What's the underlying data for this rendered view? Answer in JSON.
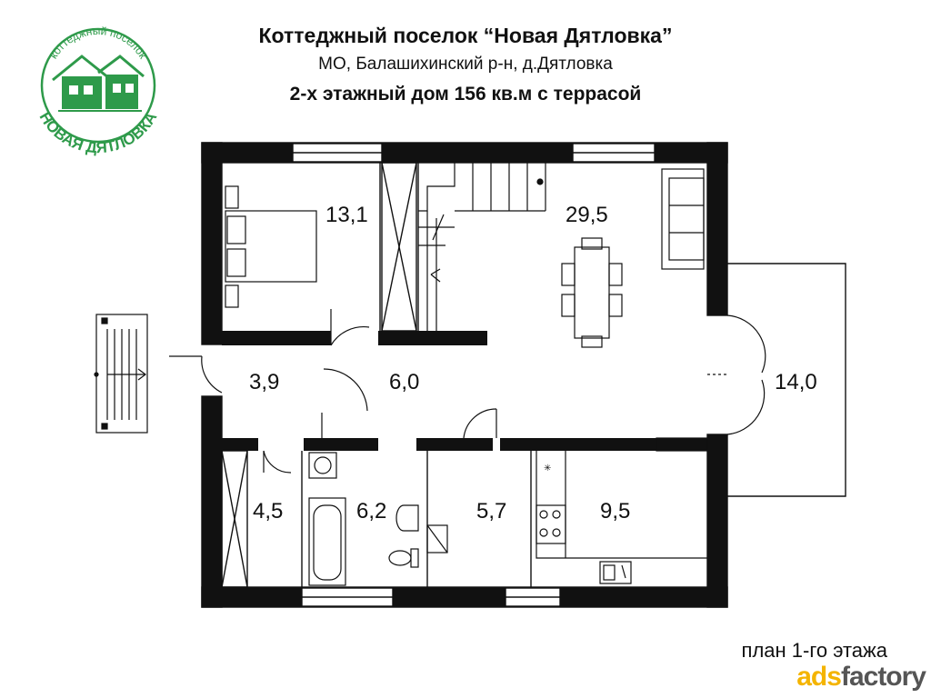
{
  "header": {
    "title": "Коттеджный поселок “Новая Дятловка”",
    "subtitle": "МО, Балашихинский р-н, д.Дятловка",
    "subtitle2": "2-х этажный дом 156 кв.м с террасой"
  },
  "logo": {
    "top_text": "коттеджный поселок",
    "bottom_text": "НОВАЯ ДЯТЛОВКА",
    "color": "#2e9a4a"
  },
  "plan": {
    "caption": "план 1-го этажа",
    "rooms": [
      {
        "name": "room-area-13-1",
        "area": "13,1"
      },
      {
        "name": "room-area-29-5",
        "area": "29,5"
      },
      {
        "name": "room-area-3-9",
        "area": "3,9"
      },
      {
        "name": "room-area-6-0",
        "area": "6,0"
      },
      {
        "name": "room-area-14-0",
        "area": "14,0"
      },
      {
        "name": "room-area-4-5",
        "area": "4,5"
      },
      {
        "name": "room-area-6-2",
        "area": "6,2"
      },
      {
        "name": "room-area-5-7",
        "area": "5,7"
      },
      {
        "name": "room-area-9-5",
        "area": "9,5"
      }
    ]
  },
  "watermark": {
    "part1": "ads",
    "part2": "factory"
  }
}
